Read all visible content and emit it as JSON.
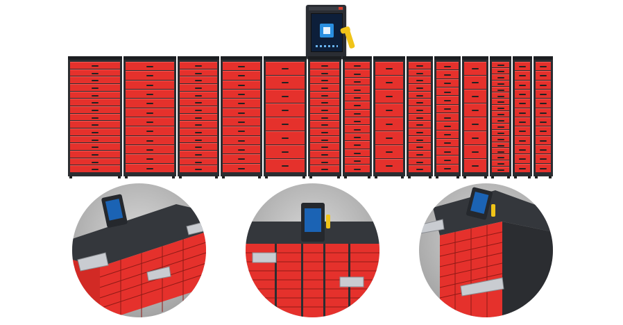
{
  "kiosk": {
    "icon": "monitor-icon",
    "screen_color": "#0d1f3a",
    "accent": "#2a8fe0"
  },
  "scanner": {
    "icon": "barcode-scanner-icon",
    "color": "#f0c419"
  },
  "cabinets": {
    "drawer_color": "#e5312c",
    "frame_color": "#2b2d31",
    "columns": [
      {
        "drawers": 15
      },
      {
        "drawers": 12
      },
      {
        "drawers": 15
      },
      {
        "drawers": 12
      },
      {
        "drawers": 8
      },
      {
        "drawers": 15
      },
      {
        "drawers": 14
      },
      {
        "drawers": 8
      },
      {
        "drawers": 15
      },
      {
        "drawers": 13
      },
      {
        "drawers": 8
      },
      {
        "drawers": 18
      },
      {
        "drawers": 12
      },
      {
        "drawers": 12
      }
    ]
  },
  "detail_views": [
    {
      "name": "angled-left-view"
    },
    {
      "name": "front-view"
    },
    {
      "name": "angled-right-view"
    }
  ]
}
